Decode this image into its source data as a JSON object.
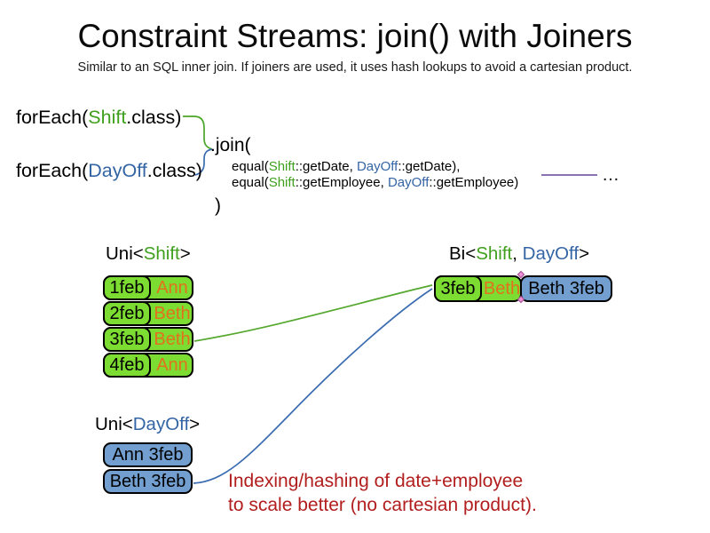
{
  "title": "Constraint Streams: join() with Joiners",
  "subtitle": "Similar to an SQL inner join. If joiners are used, it uses hash lookups to avoid a cartesian product.",
  "code": {
    "foreach_shift": {
      "prefix": "forEach(",
      "class_name": "Shift",
      "suffix": ".class)"
    },
    "foreach_dayoff": {
      "prefix": "forEach(",
      "class_name": "DayOff",
      "suffix": ".class)"
    },
    "join_open": ".join(",
    "joiner_date": {
      "prefix": "equal(",
      "shift": "Shift",
      "mid1": "::getDate, ",
      "dayoff": "DayOff",
      "mid2": "::getDate),"
    },
    "joiner_employee": {
      "prefix": "equal(",
      "shift": "Shift",
      "mid1": "::getEmployee, ",
      "dayoff": "DayOff",
      "mid2": "::getEmployee)"
    },
    "join_close": ")",
    "ellipsis": "…"
  },
  "uni_shift": {
    "label": {
      "prefix": "Uni<",
      "type": "Shift",
      "suffix": ">"
    },
    "rows": [
      {
        "date": "1feb",
        "employee": "Ann"
      },
      {
        "date": "2feb",
        "employee": "Beth"
      },
      {
        "date": "3feb",
        "employee": "Beth"
      },
      {
        "date": "4feb",
        "employee": "Ann"
      }
    ]
  },
  "uni_dayoff": {
    "label": {
      "prefix": "Uni<",
      "type": "DayOff",
      "suffix": ">"
    },
    "rows": [
      {
        "text": "Ann 3feb"
      },
      {
        "text": "Beth 3feb"
      }
    ]
  },
  "bi": {
    "label": {
      "prefix": "Bi<",
      "shift": "Shift",
      "separator": ", ",
      "dayoff": "DayOff",
      "suffix": ">"
    },
    "row": {
      "shift_date": "3feb",
      "shift_employee": "Beth",
      "dayoff": "Beth 3feb"
    }
  },
  "note": {
    "line1": "Indexing/hashing of date+employee",
    "line2": "to scale better (no cartesian product)."
  },
  "colors": {
    "shift_green": "#3fa01e",
    "dayoff_blue": "#3465a4",
    "box_green_fill": "#7ddc32",
    "box_blue_fill": "#729fcf",
    "employee_orange": "#e2711d",
    "note_red": "#b21e1e",
    "joiner_line_purple": "#7b5ea7",
    "glue_point_pink": "#ef8fd4"
  }
}
